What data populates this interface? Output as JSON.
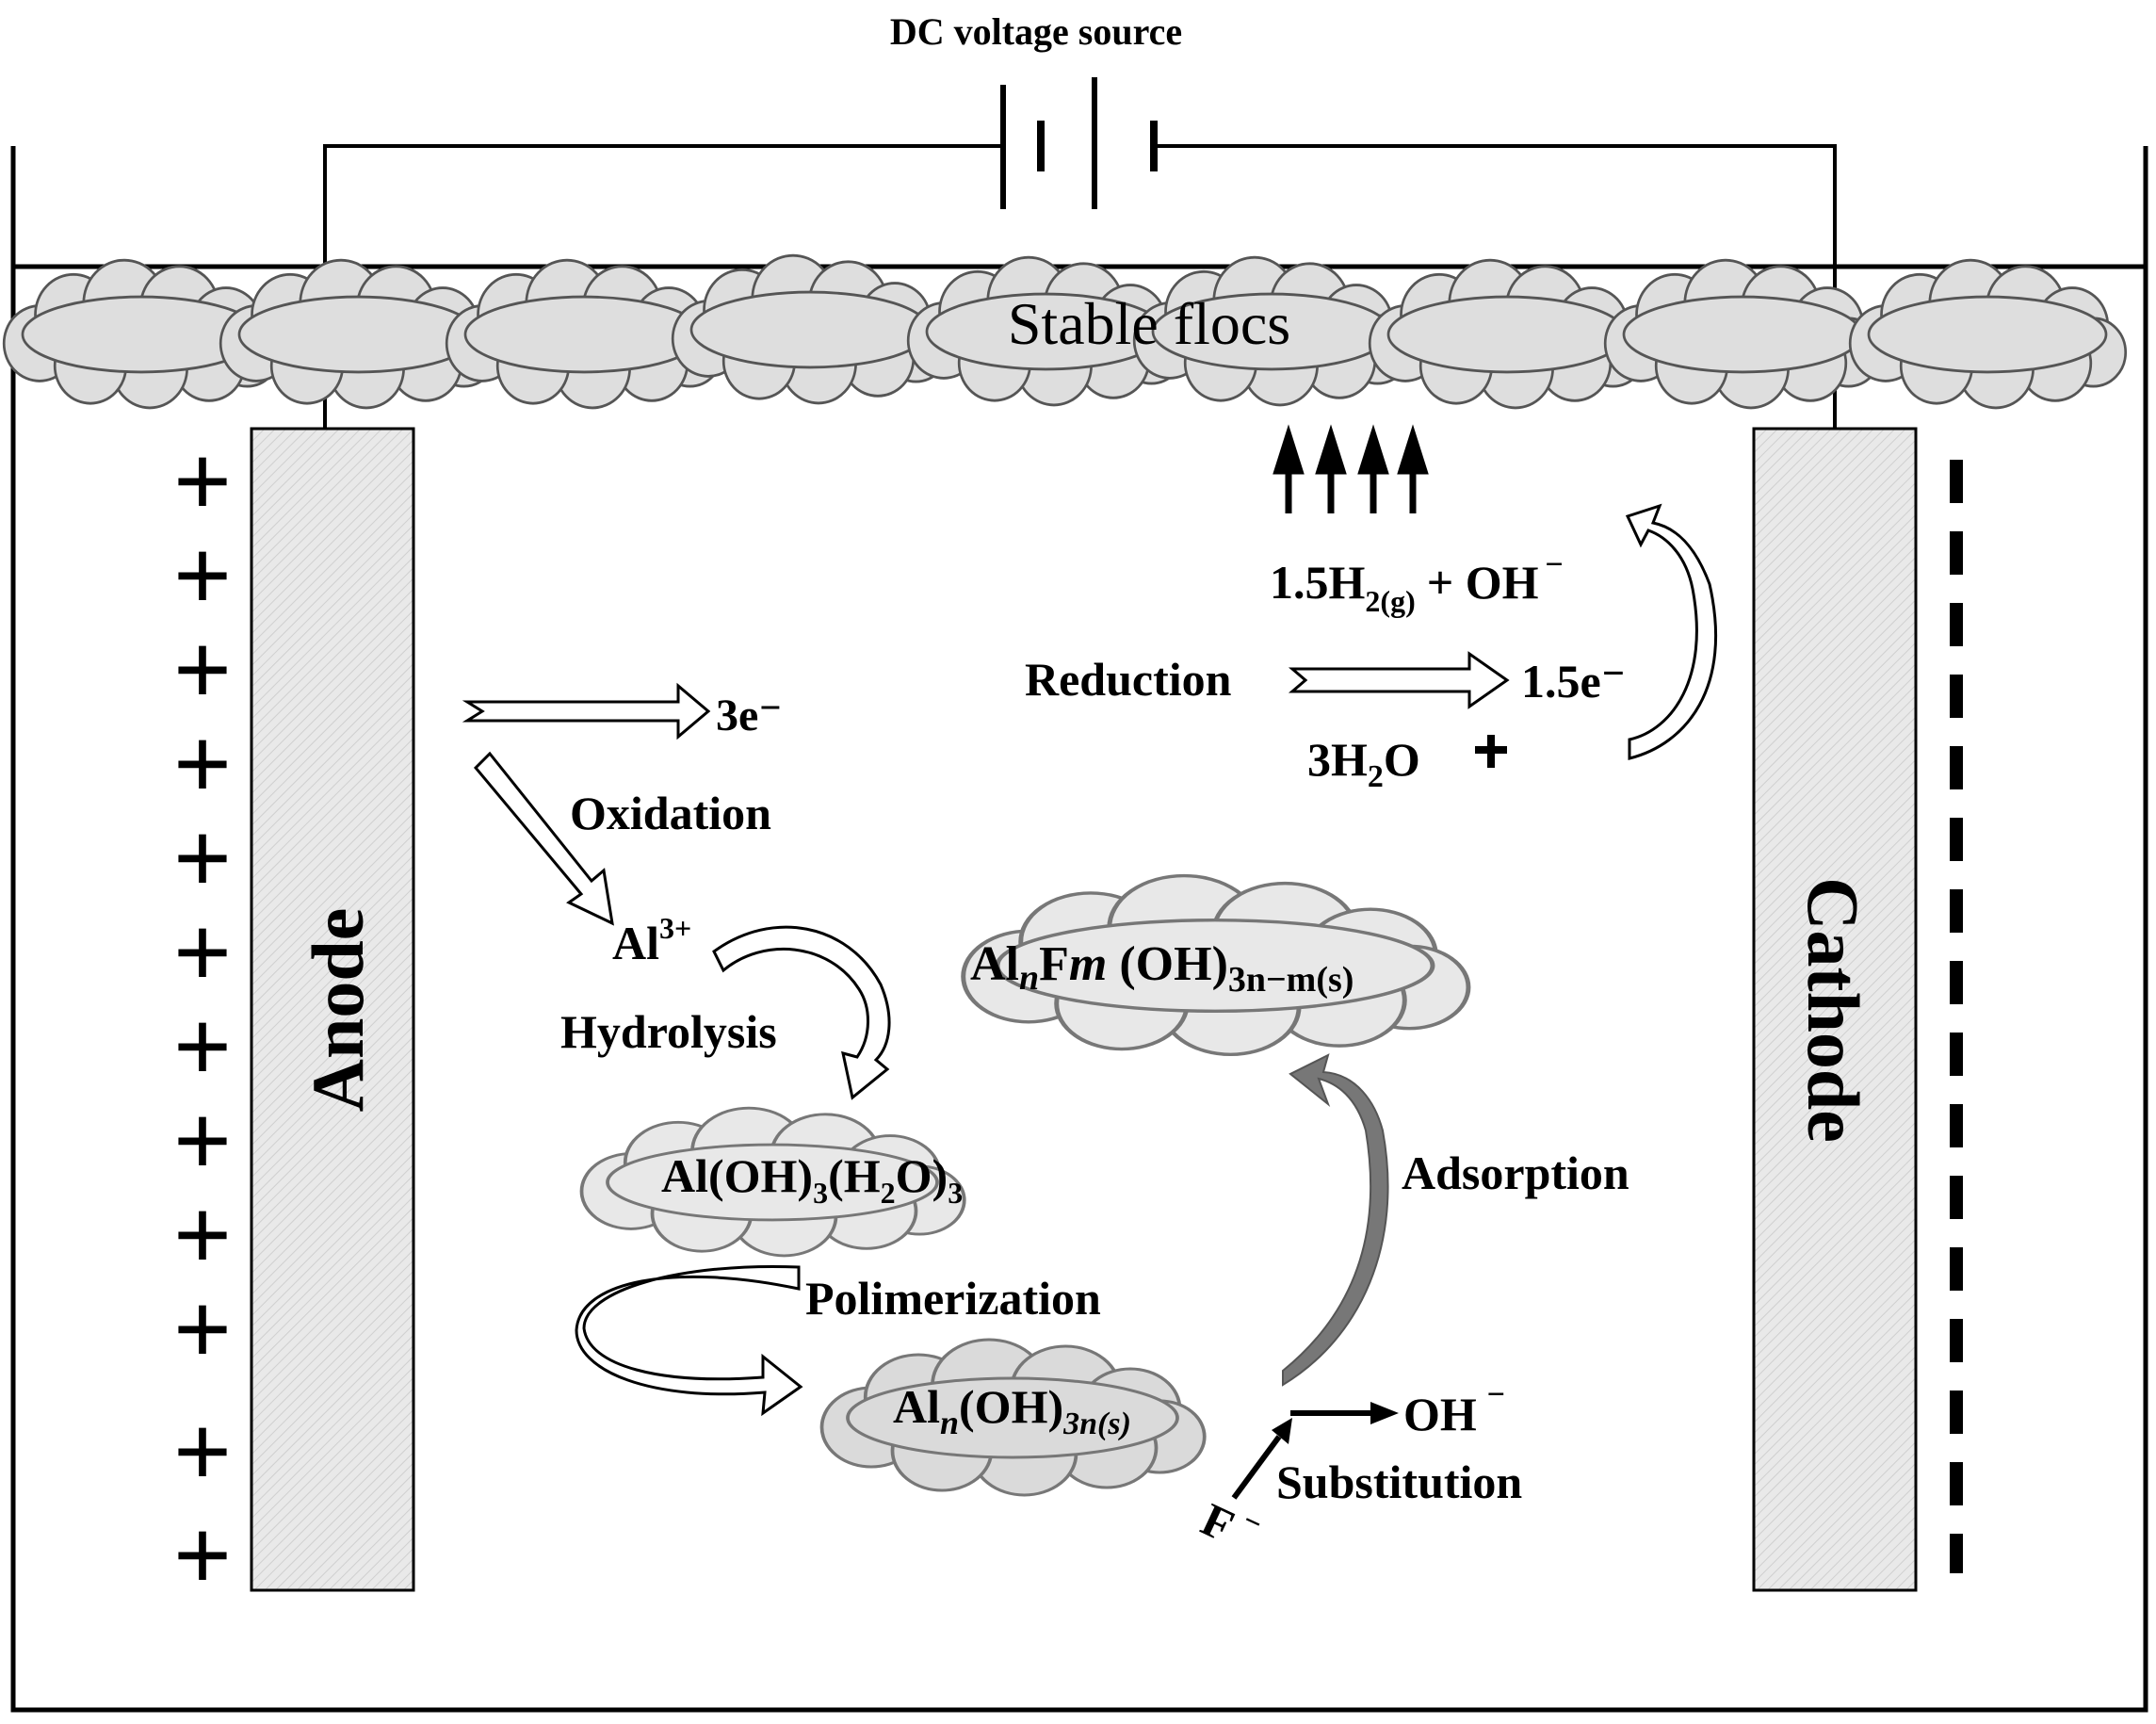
{
  "title": "DC voltage source",
  "floc_label": "Stable flocs",
  "electrodes": {
    "anode": "Anode",
    "cathode": "Cathode"
  },
  "cathode_side": {
    "reduction_label": "Reduction",
    "electrons": "1.5e⁻",
    "reactant_h2o": {
      "coef": "3H",
      "sub": "2",
      "tail": "O"
    },
    "products": {
      "h2_coef": "1.5H",
      "h2_sub": "2(g)",
      "plus_oh": "+ OH",
      "oh_charge": "⁻"
    }
  },
  "anode_side": {
    "electrons": "3e⁻",
    "oxidation_label": "Oxidation",
    "al_ion": {
      "base": "Al",
      "charge": "3+"
    },
    "hydrolysis_label": "Hydrolysis",
    "hydroxide_complex": {
      "a": "Al(OH)",
      "s1": "3",
      "b": "(H",
      "s2": "2",
      "c": "O)",
      "s3": "3"
    },
    "polymerization_label": "Polimerization",
    "polymer": {
      "a": "Al",
      "s1": "n",
      "b": "(OH)",
      "s2": "3n(s)"
    },
    "released_oh": "OH",
    "released_oh_charge": "⁻",
    "substitution_label": "Substitution",
    "fluoride": "F",
    "fluoride_charge": "⁻",
    "adsorption_label": "Adsorption",
    "fluoro_complex": {
      "a": "Al",
      "s1": "n",
      "b": "F",
      "c": "m",
      "d": " (OH)",
      "s2": "3n−m(s)"
    }
  },
  "signs": {
    "plus": "+"
  }
}
